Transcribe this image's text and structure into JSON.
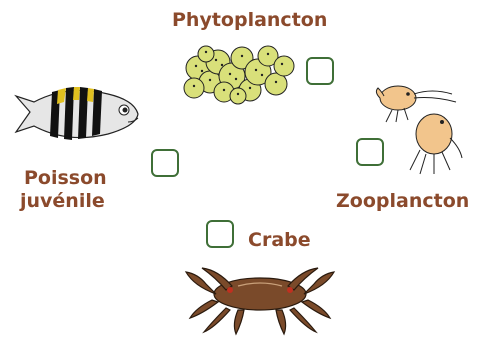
{
  "labels": {
    "phytoplankton": "Phytoplancton",
    "zooplankton": "Zooplancton",
    "fish_line1": "Poisson",
    "fish_line2": "juvénile",
    "crab": "Crabe"
  },
  "colors": {
    "label": "#8b4a2c",
    "checkbox_border": "#3f6f37",
    "phyto_fill": "#d9e07a",
    "zoo_fill": "#f2c58c",
    "crab_fill": "#7a4a2a"
  },
  "icons": [
    "phytoplankton-cluster",
    "zooplankton-copepods",
    "striped-fish",
    "crab"
  ]
}
